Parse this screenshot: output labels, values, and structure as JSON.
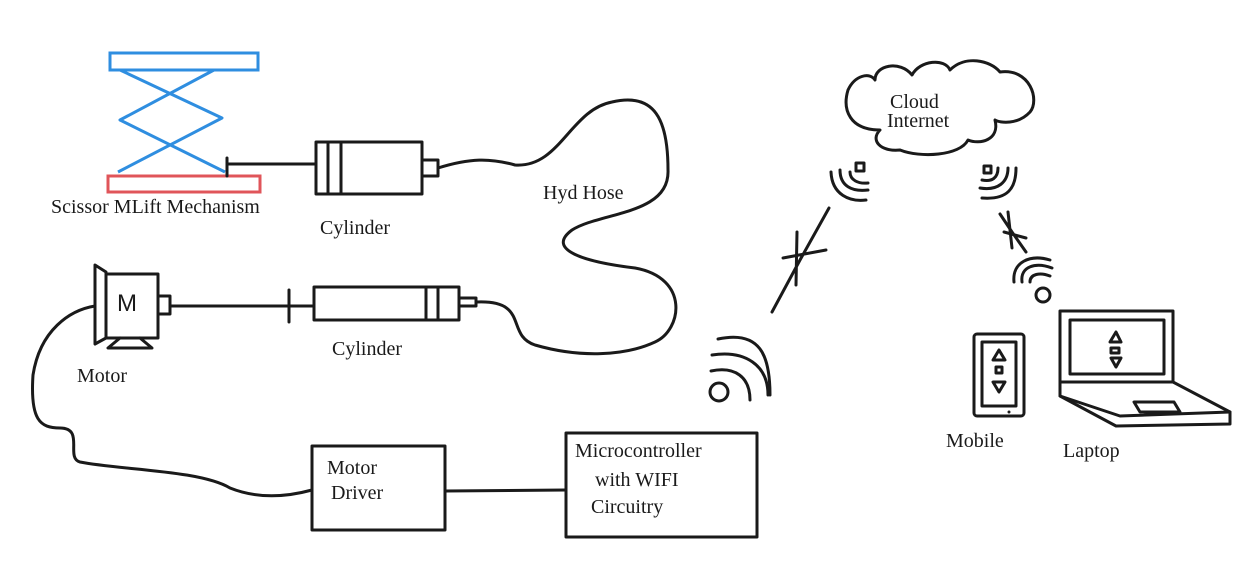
{
  "labels": {
    "scissor_lift": "Scissor MLift Mechanism",
    "cylinder_top": "Cylinder",
    "cylinder_bottom": "Cylinder",
    "hyd_hose": "Hyd Hose",
    "motor": "Motor",
    "motor_symbol": "M",
    "motor_driver_line1": "Motor",
    "motor_driver_line2": "Driver",
    "mcu_line1": "Microcontroller",
    "mcu_line2": "with WIFI",
    "mcu_line3": "Circuitry",
    "cloud_line1": "Cloud",
    "cloud_line2": "Internet",
    "mobile": "Mobile",
    "laptop": "Laptop"
  },
  "colors": {
    "ink": "#1a1a1a",
    "lift_frame": "#2f8ee0",
    "lift_base": "#e0555a"
  }
}
